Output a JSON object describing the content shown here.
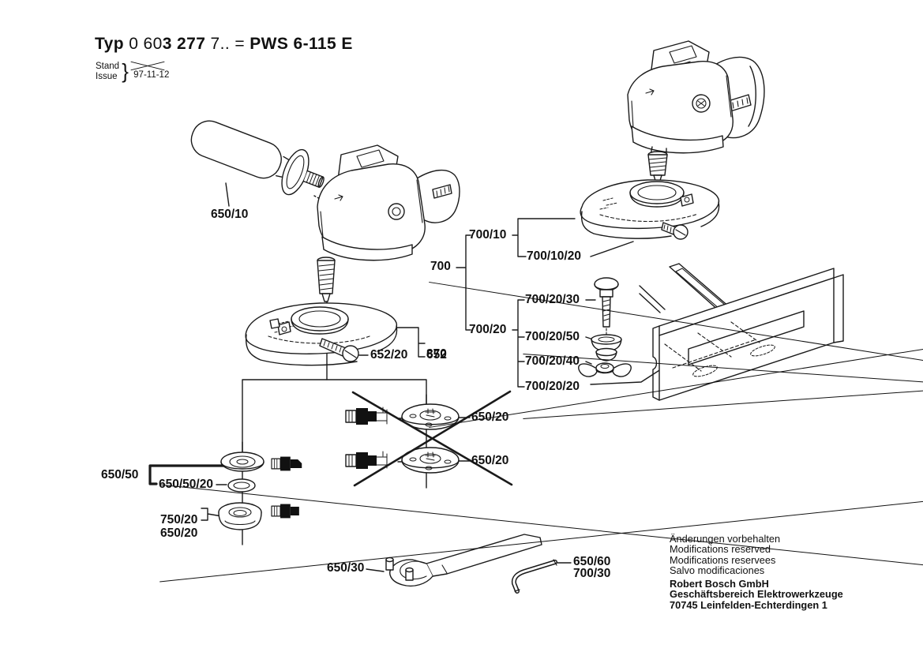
{
  "header": {
    "typ_label": "Typ",
    "type_code_light_a": "0 60",
    "type_code_bold": "3 277",
    "type_code_light_b": "7..",
    "equals_sign": "=",
    "model_name": "PWS 6-115 E",
    "stand_label": "Stand",
    "issue_label": "Issue",
    "brace": "}",
    "issue_date": "97-11-12"
  },
  "part_labels": {
    "p650_10": "650/10",
    "p700": "700",
    "p700_10": "700/10",
    "p700_10_20": "700/10/20",
    "p700_20": "700/20",
    "p700_20_30": "700/20/30",
    "p700_20_50": "700/20/50",
    "p700_20_40": "700/20/40",
    "p700_20_20_struck": "700/20/20",
    "p652_struck": "652",
    "p870": "870",
    "p652_20": "652/20",
    "p650_20_upper_struck": "650/20",
    "p650_20_lower_struck": "650/20",
    "p650_50": "650/50",
    "p650_50_20": "650/50/20",
    "p650_20_old_struck": "650/20",
    "p750_20": "750/20",
    "p650_30": "650/30",
    "p650_60": "650/60",
    "p700_30": "700/30"
  },
  "footer": {
    "notes": [
      "Änderungen vorbehalten",
      "Modifications reserved",
      "Modifications reservees",
      "Salvo modificaciones"
    ],
    "company": [
      "Robert Bosch GmbH",
      "Geschäftsbereich Elektrowerkzeuge",
      "70745 Leinfelden-Echterdingen 1"
    ]
  },
  "colors": {
    "ink": "#111111",
    "paper": "#ffffff"
  }
}
